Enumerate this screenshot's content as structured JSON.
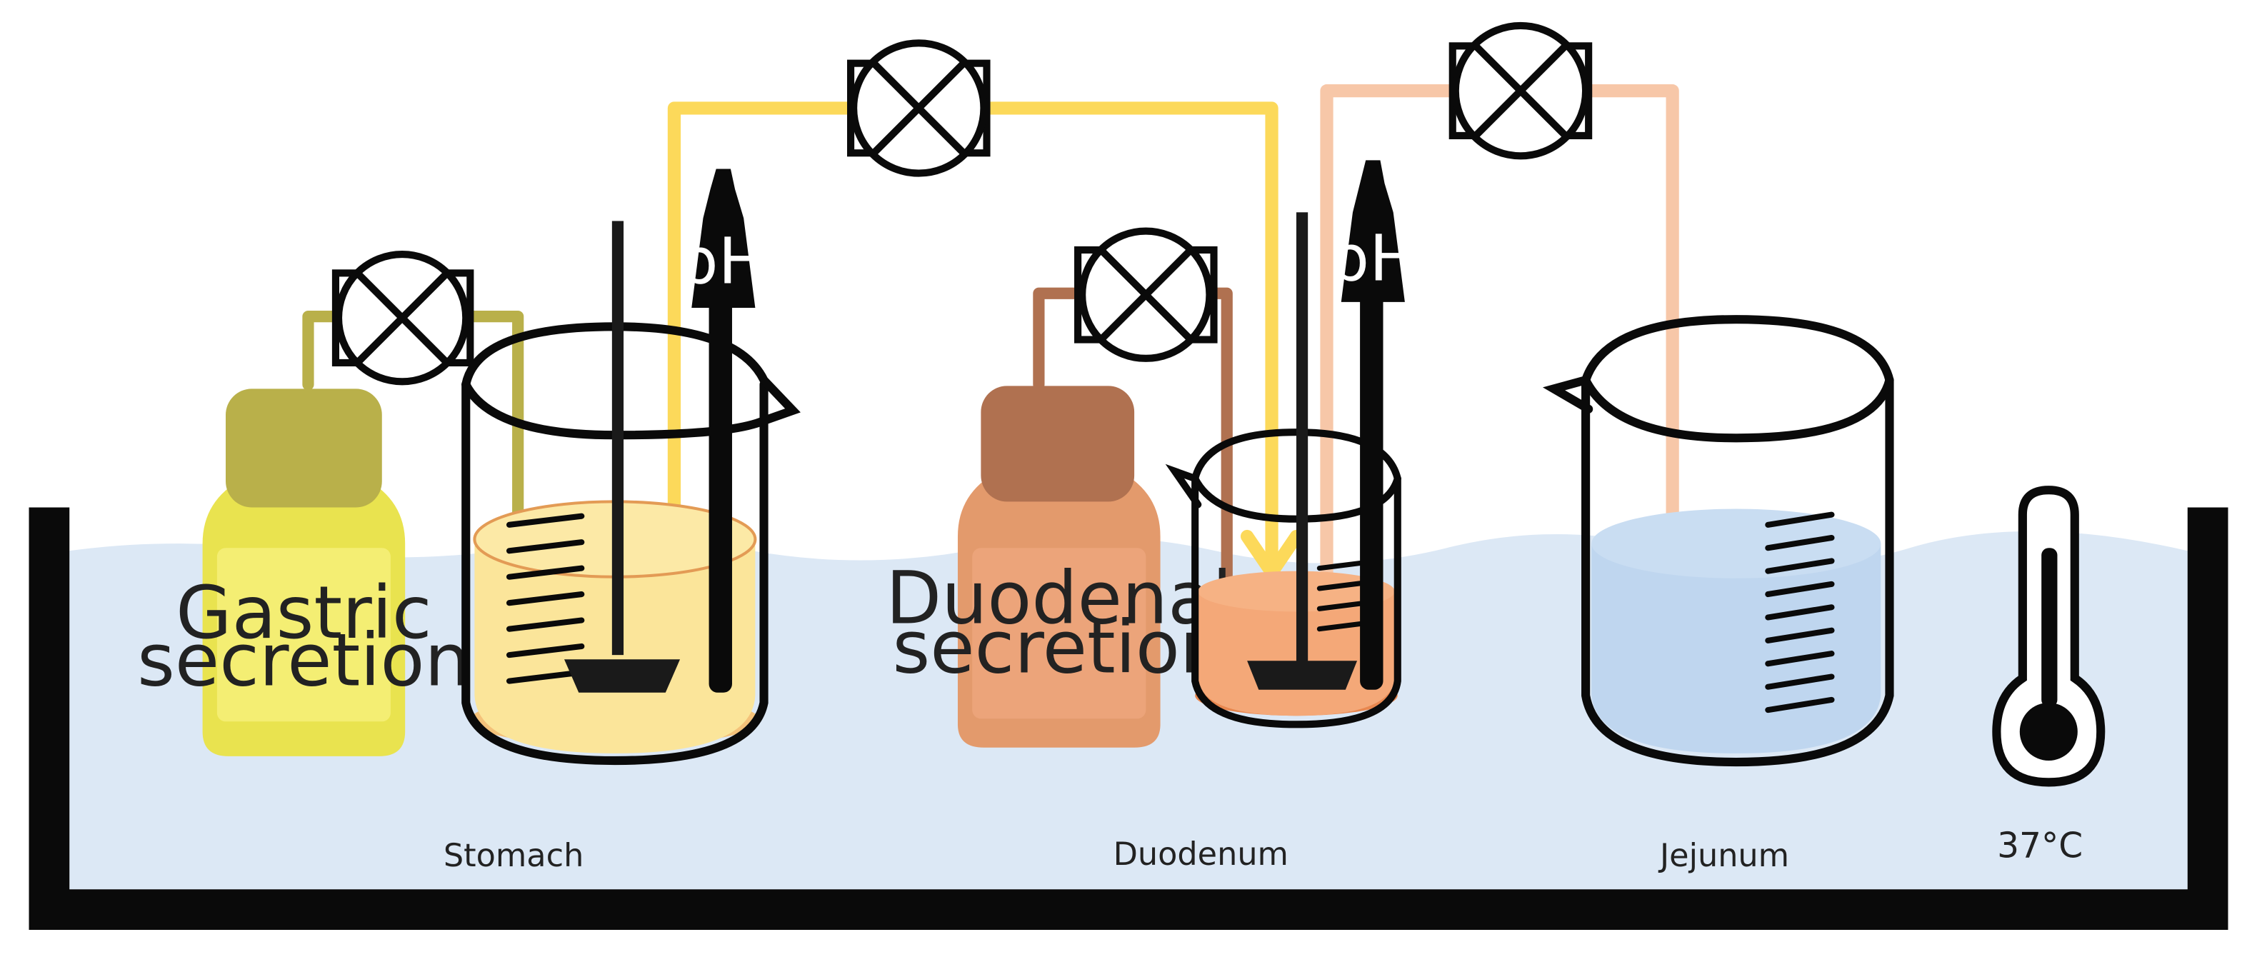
{
  "labels": {
    "stomach": "Stomach",
    "duodenum": "Duodenum",
    "jejunum": "Jejunum",
    "temperature": "37°C"
  },
  "bottles": {
    "gastric": {
      "line1": "Gastric",
      "line2": "secretion"
    },
    "duodenal": {
      "line1": "Duodenal",
      "line2": "secretion"
    }
  },
  "probes": {
    "ph_label": "pH"
  },
  "colors": {
    "bath_water": "#dce8f5",
    "bath_wall": "#0a0a0a",
    "gastric_fluid": "#fbe59a",
    "duodenal_fluid": "#f4a878",
    "jejunal_fluid": "#bfd6ef",
    "gastric_tube": "#b9b04a",
    "duodenal_tube": "#b07150",
    "transfer_tube_1": "#fcd95a",
    "transfer_tube_2": "#f7c7a8",
    "gastric_bottle": "#e9e34f",
    "duodenal_bottle": "#e39a6c"
  },
  "icons": [
    "pump-valve-icon",
    "stirrer-icon",
    "ph-probe-icon",
    "thermometer-icon",
    "beaker-icon",
    "bottle-icon"
  ]
}
